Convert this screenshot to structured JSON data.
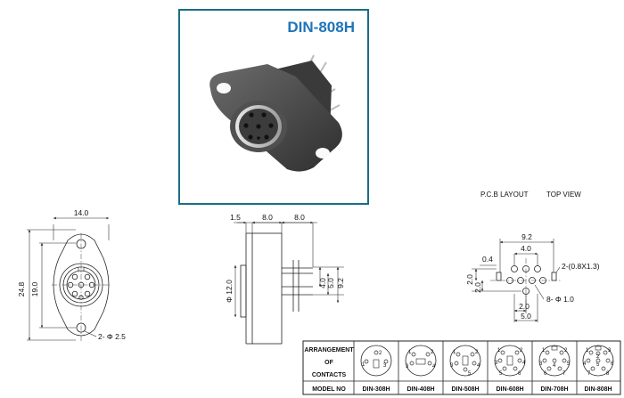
{
  "product": {
    "title": "DIN-808H"
  },
  "front_view": {
    "width": "14.0",
    "height_outer": "24.8",
    "height_inner": "19.0",
    "holes": "2- Φ 2.5"
  },
  "side_view": {
    "dim_a": "1.5",
    "dim_b": "8.0",
    "dim_c": "8.0",
    "diameter": "Φ 12.0",
    "v1": "4.0",
    "v2": "5.0",
    "v3": "9.2"
  },
  "pcb_layout": {
    "heading": "P.C.B LAYOUT",
    "heading2": "TOP VIEW",
    "w_total": "9.2",
    "w_inner": "4.0",
    "offset": "0.4",
    "h_left": "2.0",
    "h_left2": "2.0",
    "slot": "2-(0.8X1.3)",
    "pins": "8- Φ 1.0",
    "bottom_a": "2.0",
    "bottom_b": "5.0"
  },
  "table": {
    "row1_header_lines": [
      "ARRANGEMENT",
      "OF",
      "CONTACTS"
    ],
    "row2_header": "MODEL NO",
    "models": [
      "DIN-308H",
      "DIN-408H",
      "DIN-508H",
      "DIN-608H",
      "DIN-708H",
      "DIN-808H"
    ],
    "pin_labels": [
      [
        "1",
        "2",
        "3"
      ],
      [
        "1",
        "2",
        "3",
        "4"
      ],
      [
        "1",
        "2",
        "3",
        "4",
        "5"
      ],
      [
        "1",
        "2",
        "3",
        "4",
        "5",
        "6"
      ],
      [
        "1",
        "2",
        "3",
        "4",
        "5",
        "6",
        "7"
      ],
      [
        "1",
        "2",
        "3",
        "4",
        "5",
        "6",
        "7",
        "8"
      ]
    ]
  }
}
